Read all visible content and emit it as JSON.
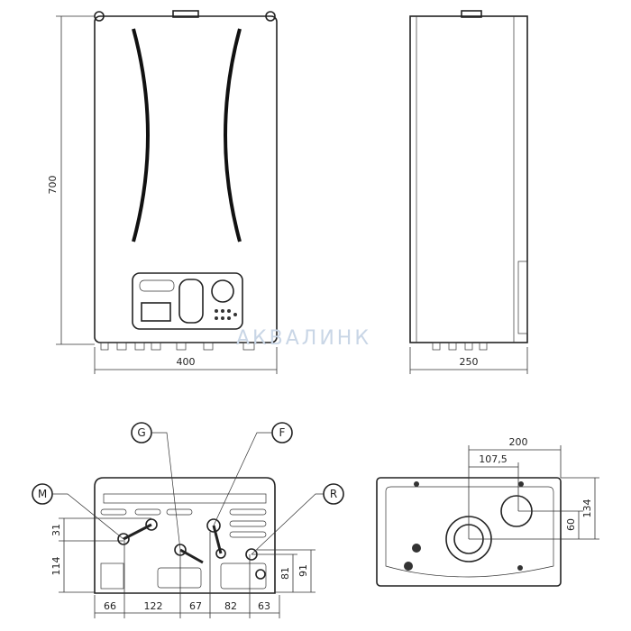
{
  "front_view": {
    "height_label": "700",
    "width_label": "400"
  },
  "side_view": {
    "depth_label": "250"
  },
  "watermark": "АКВАЛИНК",
  "bottom_view": {
    "callouts": [
      "G",
      "F",
      "M",
      "R"
    ],
    "horizontal_dims": [
      "66",
      "122",
      "67",
      "82",
      "63"
    ],
    "left_dims": [
      "31",
      "114"
    ],
    "right_dims": [
      "81",
      "91"
    ]
  },
  "top_view": {
    "dims": [
      "200",
      "107,5",
      "134",
      "60"
    ]
  }
}
